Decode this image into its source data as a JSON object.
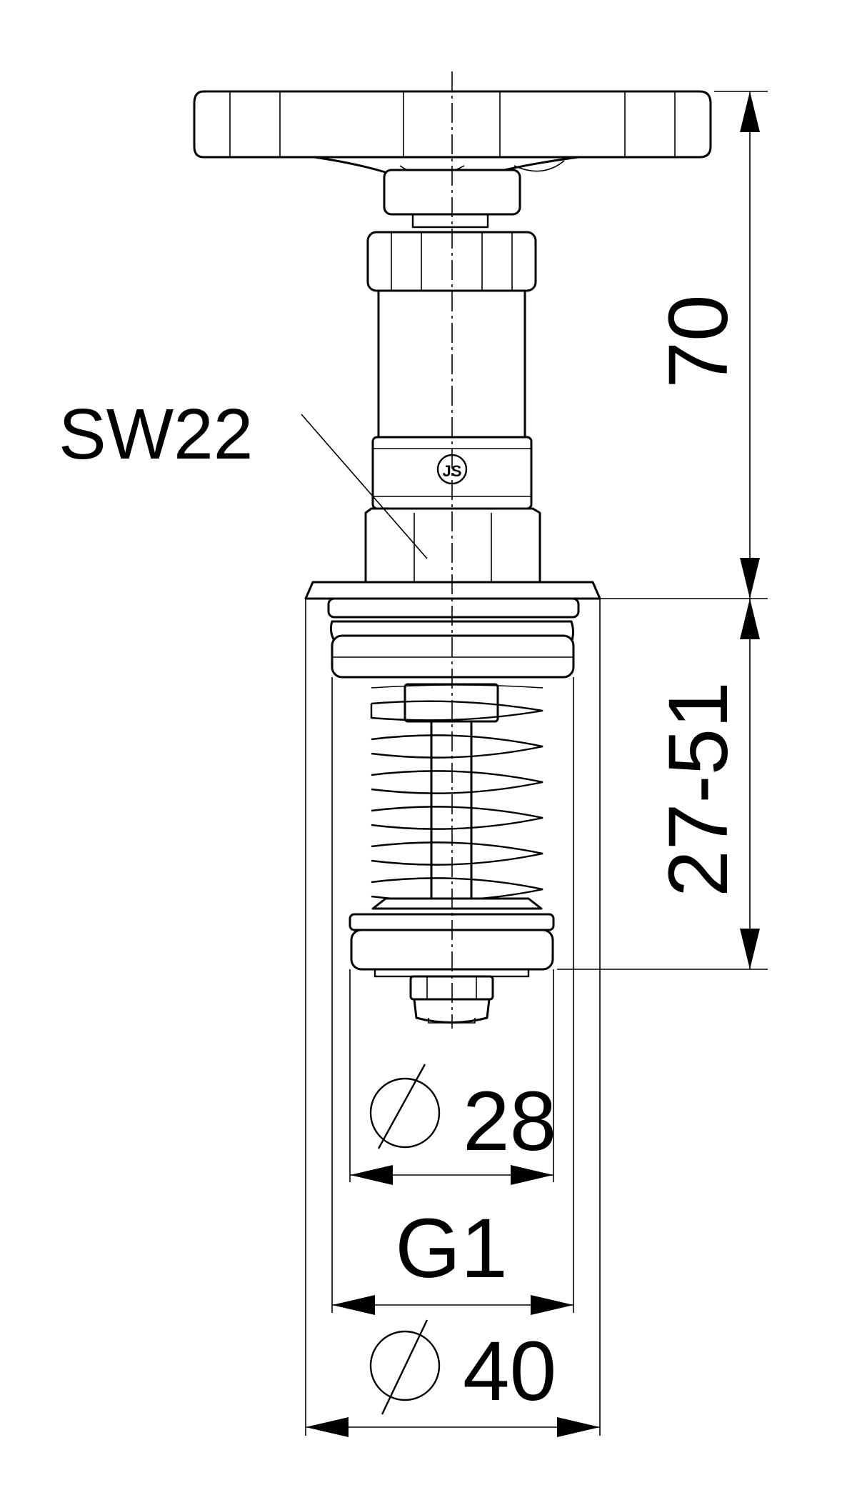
{
  "drawing": {
    "callout_label": "SW22",
    "dimensions": {
      "height_upper": "70",
      "height_range": "27-51",
      "inner_diameter": "28",
      "thread": "G1",
      "outer_diameter": "40"
    },
    "diameter_symbol": "diameter-symbol",
    "logo_text": "JS"
  }
}
